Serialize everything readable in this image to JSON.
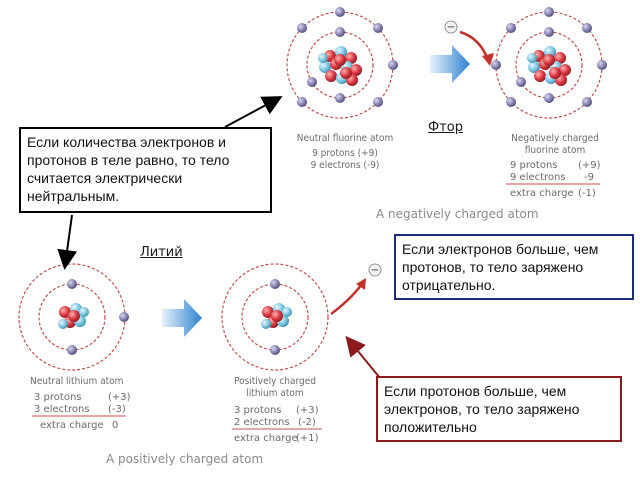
{
  "fluorine_neutral": {
    "name": "Neutral fluorine atom",
    "protons": "9 protons (+9)",
    "electrons": "9 electrons (-9)"
  },
  "fluorine_negative": {
    "name_line1": "Negatively charged",
    "name_line2": "fluorine atom",
    "protons_label": "9 protons",
    "protons_value": "(+9)",
    "electrons_label": "9 electrons",
    "electrons_value": "-9",
    "extra_label": "extra charge",
    "extra_value": "(-1)"
  },
  "negative_caption": "A negatively charged atom",
  "ftor_label": "Фтор",
  "lithium_neutral": {
    "name": "Neutral lithium atom",
    "protons_label": "3 protons",
    "protons_value": "(+3)",
    "electrons_label": "3 electrons",
    "electrons_value": "(-3)",
    "extra_label": "extra charge",
    "extra_value": "0"
  },
  "lithium_positive": {
    "name_line1": "Positively charged",
    "name_line2": "lithium atom",
    "protons_label": "3 protons",
    "protons_value": "(+3)",
    "electrons_label": "2 electrons",
    "electrons_value": "(-2)",
    "extra_label": "extra charge",
    "extra_value": "(+1)"
  },
  "positive_caption": "A positively charged atom",
  "litiy_label": "Литий",
  "callout_neutral": "Если количества электронов и протонов в теле равно, то тело считается электрически нейтральным.",
  "callout_negative": "Если электронов больше, чем протонов, то тело заряжено отрицательно.",
  "callout_positive": "Если протонов больше, чем электронов, то тело заряжено положительно",
  "colors": {
    "electron": "#7e7ba6",
    "proton": "#d9434b",
    "neutron": "#7ec8e3",
    "orbit": "#c0504d",
    "arrow_blue": "#3f8fd6",
    "arrow_red": "#c4302b",
    "box_black": "#000000",
    "box_navy": "#1f2a7a",
    "box_maroon": "#8b1a1a"
  }
}
